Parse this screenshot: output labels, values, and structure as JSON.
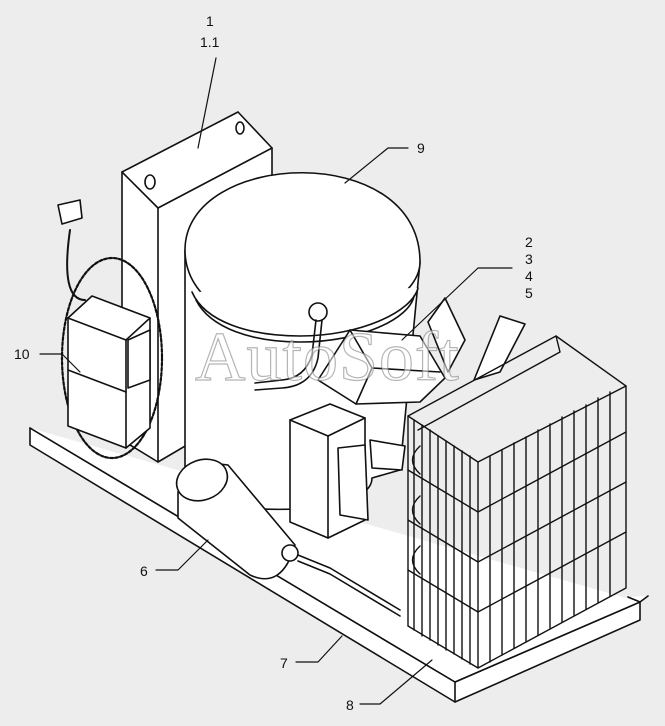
{
  "callouts": {
    "c1": "1",
    "c1_1": "1.1",
    "c2": "2",
    "c3": "3",
    "c4": "4",
    "c5": "5",
    "c6": "6",
    "c7": "7",
    "c8": "8",
    "c9": "9",
    "c10": "10"
  },
  "watermark": "AutoSoft",
  "colors": {
    "line": "#111111",
    "fill": "#ffffff",
    "background": "#ededed"
  }
}
